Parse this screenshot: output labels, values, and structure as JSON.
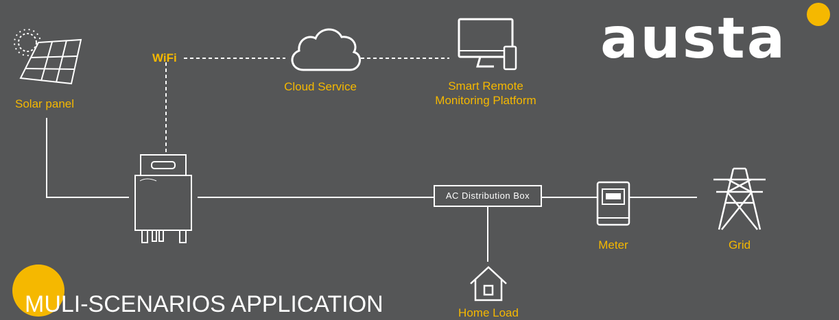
{
  "logo": {
    "text": "austa"
  },
  "heading": "MULI-SCENARIOS APPLICATION",
  "nodes": {
    "solar_panel": "Solar panel",
    "wifi": "WiFi",
    "cloud_service": "Cloud Service",
    "smart_remote_line1": "Smart Remote",
    "smart_remote_line2": "Monitoring Platform",
    "ac_distribution_box": "AC Distribution Box",
    "meter": "Meter",
    "grid": "Grid",
    "home_load": "Home Load"
  },
  "colors": {
    "background": "#555657",
    "accent": "#f5b800",
    "line": "#ffffff"
  },
  "icons": [
    "solar-panel-icon",
    "cloud-icon",
    "monitor-icon",
    "inverter-icon",
    "meter-icon",
    "transmission-tower-icon",
    "house-icon"
  ]
}
